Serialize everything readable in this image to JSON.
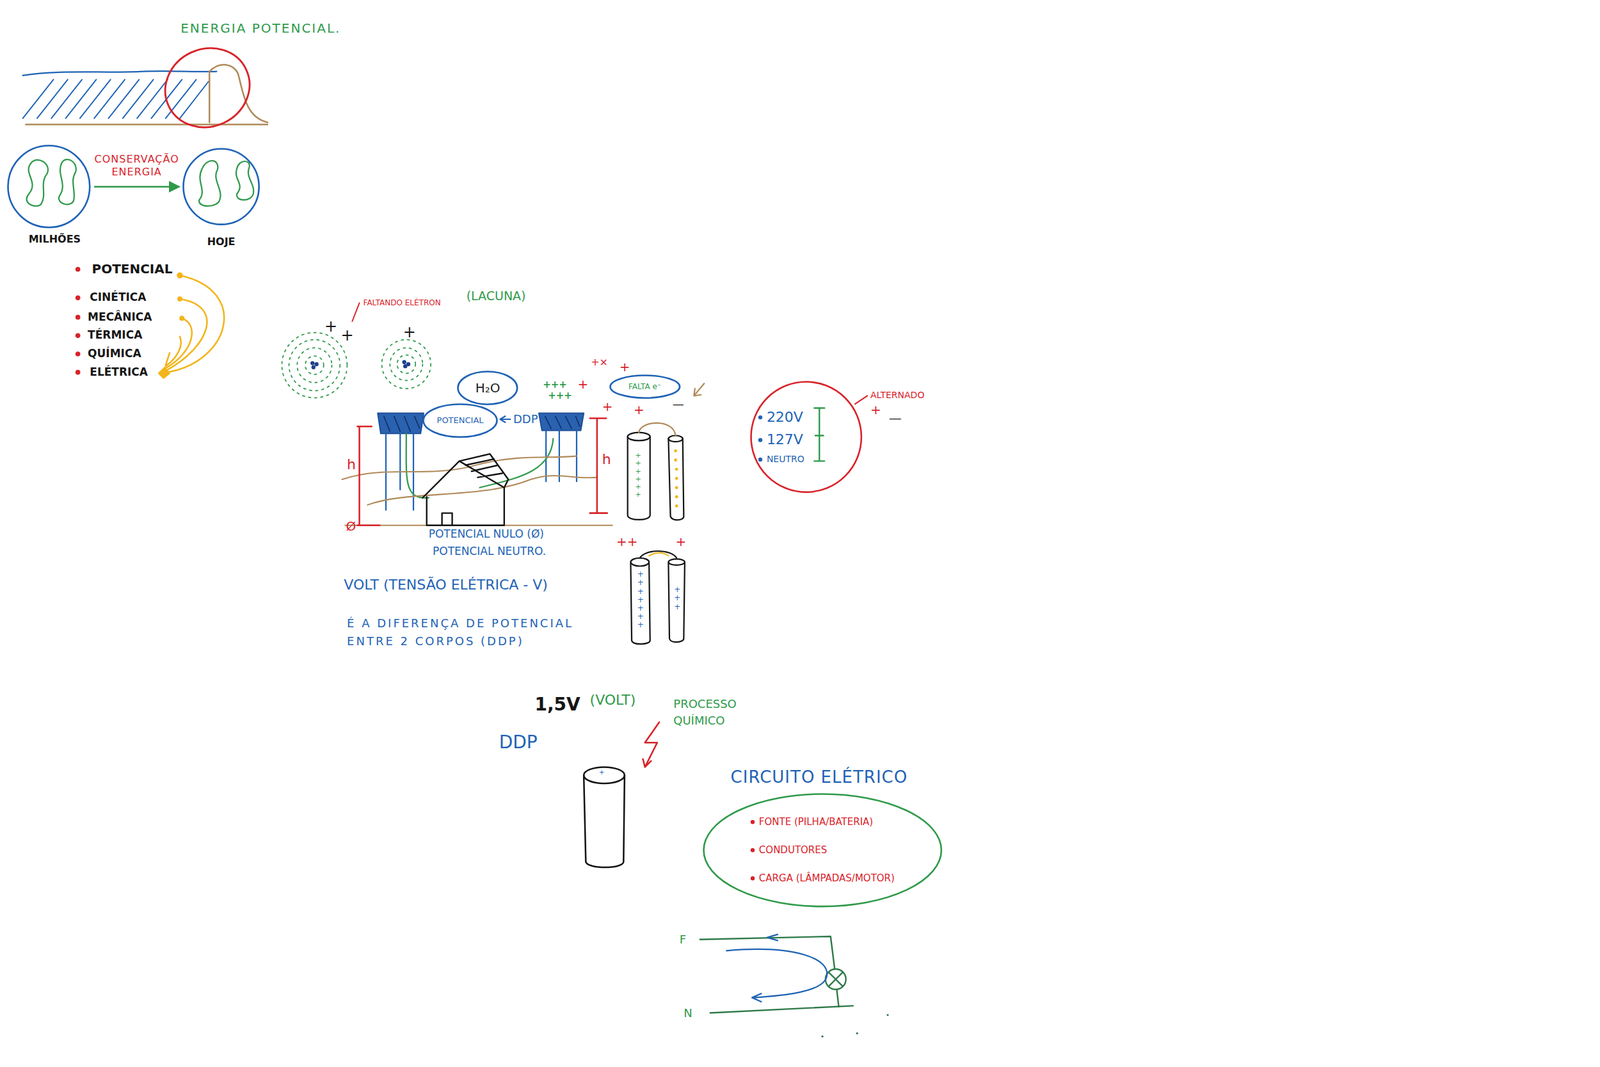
{
  "diagram": {
    "nodes": [
      {
        "text": [
          "MILHÕES"
        ]
      },
      {
        "text": [
          "HOJE"
        ]
      },
      {
        "text": [
          "H₂O"
        ]
      },
      {
        "text": [
          "POTENCIAL"
        ]
      },
      {
        "text": [
          "FALTA e⁻"
        ]
      },
      {
        "text": [
          "220V",
          "127V",
          "NEUTRO"
        ]
      },
      {
        "text": [
          "CIRCUITO ELÉTRICO",
          "FONTE (PILHA/BATERIA)",
          "CONDUTORES",
          "CARGA (LÂMPADAS/MOTOR)"
        ]
      }
    ],
    "edges": [
      {
        "from": 0,
        "to": 1,
        "arrow": "to",
        "label": "CONSERVAÇÃO ENERGIA"
      }
    ],
    "labels": [
      "ENERGIA POTENCIAL.",
      "POTENCIAL",
      "CINÉTICA",
      "MECÂNICA",
      "TÉRMICA",
      "QUÍMICA",
      "ELÉTRICA",
      "FALTANDO ELÉTRON",
      "(LACUNA)",
      "+",
      "+",
      "+",
      "+++",
      "+++",
      "+",
      "+×",
      "+",
      "+",
      "+",
      "—",
      "DDP",
      "h",
      "h",
      "Ø",
      "POTENCIAL NULO (Ø)",
      "POTENCIAL NEUTRO.",
      "++++++",
      "++",
      "+",
      "+++++++",
      "+++",
      "ALTERNADO",
      "+",
      "—",
      "VOLT (TENSÃO ELÉTRICA - V)",
      "É A DIFERENÇA DE POTENCIAL ENTRE 2 CORPOS (DDP)",
      "1,5V",
      "(VOLT)",
      "PROCESSO QUÍMICO",
      "DDP",
      "+",
      "F",
      "N"
    ]
  }
}
